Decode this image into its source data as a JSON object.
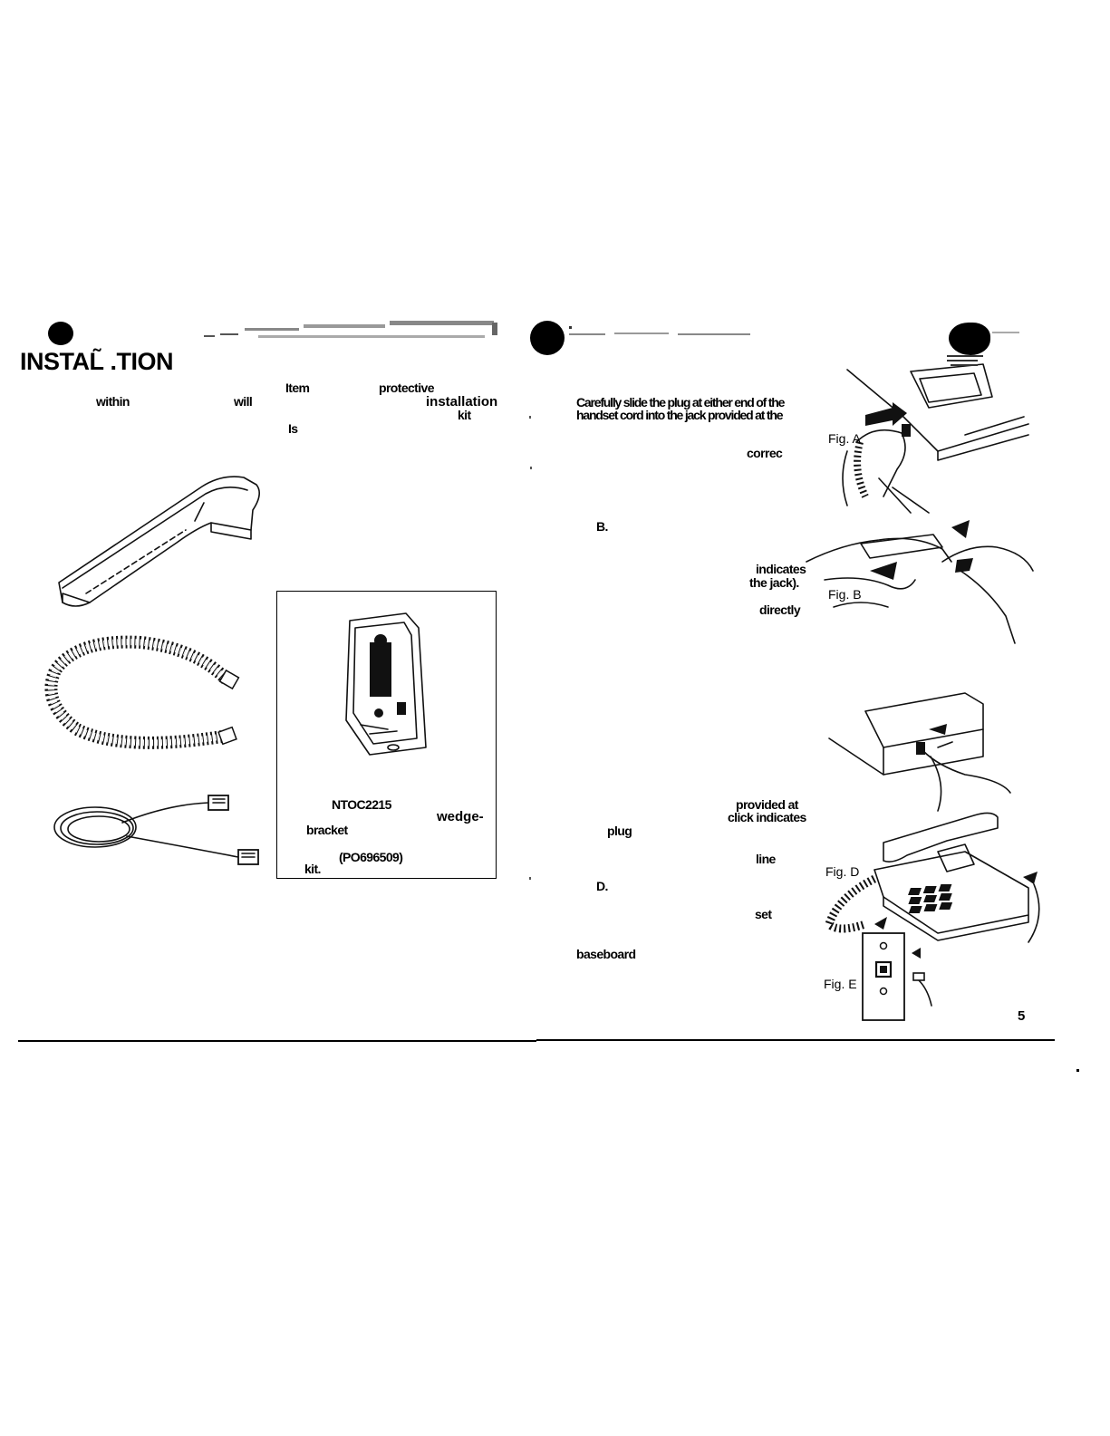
{
  "left_page": {
    "heading": "INSTAL̃ .TION",
    "fragments_col1": [
      "within",
      "will"
    ],
    "fragments_col2": [
      "Item",
      "protective",
      "installation",
      "kit",
      "Is"
    ],
    "box_fragments": [
      "NTOC2215",
      "wedge-",
      "bracket",
      "(PO696509)",
      "kit."
    ]
  },
  "right_page": {
    "intro_line1": "Carefully slide the plug at either end of the",
    "intro_line2": "handset cord into the jack provided at the",
    "fragments": [
      "correc",
      "B.",
      "indicates",
      "the jack).",
      "directly",
      "provided at",
      "click indicates",
      "plug",
      "line",
      "D.",
      "set",
      "baseboard"
    ],
    "figure_labels": {
      "a": "Fig. A",
      "b": "Fig. B",
      "d": "Fig. D",
      "e": "Fig. E"
    },
    "page_number": "5"
  }
}
